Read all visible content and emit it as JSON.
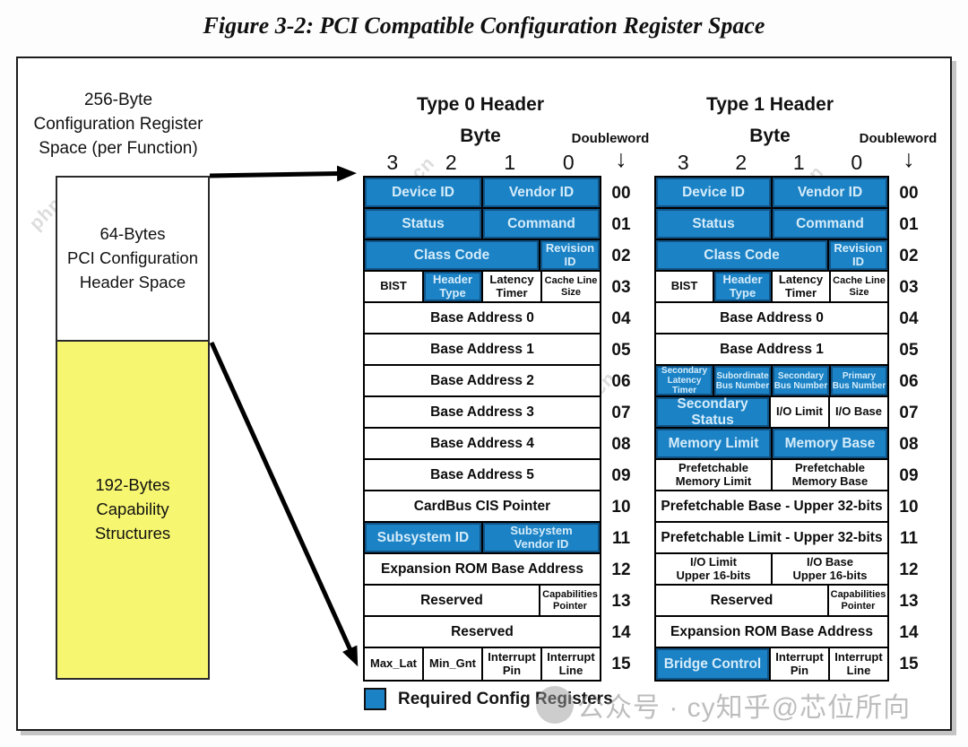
{
  "title": "Figure 3-2: PCI Compatible Configuration Register Space",
  "colors": {
    "blue": "#1b82c5",
    "yellow": "#f6f670",
    "blue_cell_text": "#d5ecfa"
  },
  "left_panel": {
    "heading": "256-Byte\nConfiguration Register\nSpace (per Function)",
    "header_space_label": "64-Bytes\nPCI Configuration\nHeader Space",
    "capability_label": "192-Bytes\nCapability\nStructures"
  },
  "byte_label": "Byte",
  "doubleword_label": "Doubleword",
  "byte_numbers": [
    "3",
    "2",
    "1",
    "0"
  ],
  "tables": {
    "type0": {
      "title": "Type 0 Header",
      "rows": [
        {
          "dw": "00",
          "cells": [
            {
              "text": "Device ID",
              "span": 2,
              "blue": true
            },
            {
              "text": "Vendor ID",
              "span": 2,
              "blue": true
            }
          ]
        },
        {
          "dw": "01",
          "cells": [
            {
              "text": "Status",
              "span": 2,
              "blue": true
            },
            {
              "text": "Command",
              "span": 2,
              "blue": true
            }
          ]
        },
        {
          "dw": "02",
          "cells": [
            {
              "text": "Class Code",
              "span": 3,
              "blue": true
            },
            {
              "text": "Revision\nID",
              "span": 1,
              "blue": true,
              "size": "m"
            }
          ]
        },
        {
          "dw": "03",
          "cells": [
            {
              "text": "BIST",
              "span": 1,
              "size": "m"
            },
            {
              "text": "Header\nType",
              "span": 1,
              "blue": true,
              "size": "m"
            },
            {
              "text": "Latency\nTimer",
              "span": 1,
              "size": "m"
            },
            {
              "text": "Cache Line\nSize",
              "span": 1,
              "size": "s"
            }
          ]
        },
        {
          "dw": "04",
          "cells": [
            {
              "text": "Base Address 0",
              "span": 4
            }
          ]
        },
        {
          "dw": "05",
          "cells": [
            {
              "text": "Base Address 1",
              "span": 4
            }
          ]
        },
        {
          "dw": "06",
          "cells": [
            {
              "text": "Base Address 2",
              "span": 4
            }
          ]
        },
        {
          "dw": "07",
          "cells": [
            {
              "text": "Base Address 3",
              "span": 4
            }
          ]
        },
        {
          "dw": "08",
          "cells": [
            {
              "text": "Base Address 4",
              "span": 4
            }
          ]
        },
        {
          "dw": "09",
          "cells": [
            {
              "text": "Base Address 5",
              "span": 4
            }
          ]
        },
        {
          "dw": "10",
          "cells": [
            {
              "text": "CardBus CIS Pointer",
              "span": 4
            }
          ]
        },
        {
          "dw": "11",
          "cells": [
            {
              "text": "Subsystem ID",
              "span": 2,
              "blue": true
            },
            {
              "text": "Subsystem\nVendor ID",
              "span": 2,
              "blue": true,
              "size": "m"
            }
          ]
        },
        {
          "dw": "12",
          "cells": [
            {
              "text": "Expansion ROM Base Address",
              "span": 4
            }
          ]
        },
        {
          "dw": "13",
          "cells": [
            {
              "text": "Reserved",
              "span": 3
            },
            {
              "text": "Capabilities\nPointer",
              "span": 1,
              "size": "s"
            }
          ]
        },
        {
          "dw": "14",
          "cells": [
            {
              "text": "Reserved",
              "span": 4
            }
          ]
        },
        {
          "dw": "15",
          "cells": [
            {
              "text": "Max_Lat",
              "span": 1,
              "size": "m"
            },
            {
              "text": "Min_Gnt",
              "span": 1,
              "size": "m"
            },
            {
              "text": "Interrupt\nPin",
              "span": 1,
              "size": "m"
            },
            {
              "text": "Interrupt\nLine",
              "span": 1,
              "size": "m"
            }
          ]
        }
      ]
    },
    "type1": {
      "title": "Type 1 Header",
      "rows": [
        {
          "dw": "00",
          "cells": [
            {
              "text": "Device ID",
              "span": 2,
              "blue": true
            },
            {
              "text": "Vendor ID",
              "span": 2,
              "blue": true
            }
          ]
        },
        {
          "dw": "01",
          "cells": [
            {
              "text": "Status",
              "span": 2,
              "blue": true
            },
            {
              "text": "Command",
              "span": 2,
              "blue": true
            }
          ]
        },
        {
          "dw": "02",
          "cells": [
            {
              "text": "Class Code",
              "span": 3,
              "blue": true
            },
            {
              "text": "Revision\nID",
              "span": 1,
              "blue": true,
              "size": "m"
            }
          ]
        },
        {
          "dw": "03",
          "cells": [
            {
              "text": "BIST",
              "span": 1,
              "size": "m"
            },
            {
              "text": "Header\nType",
              "span": 1,
              "blue": true,
              "size": "m"
            },
            {
              "text": "Latency\nTimer",
              "span": 1,
              "size": "m"
            },
            {
              "text": "Cache Line\nSize",
              "span": 1,
              "size": "s"
            }
          ]
        },
        {
          "dw": "04",
          "cells": [
            {
              "text": "Base Address 0",
              "span": 4
            }
          ]
        },
        {
          "dw": "05",
          "cells": [
            {
              "text": "Base Address 1",
              "span": 4
            }
          ]
        },
        {
          "dw": "06",
          "cells": [
            {
              "text": "Secondary\nLatency Timer",
              "span": 1,
              "blue": true,
              "size": "xs"
            },
            {
              "text": "Subordinate\nBus Number",
              "span": 1,
              "blue": true,
              "size": "xs"
            },
            {
              "text": "Secondary\nBus Number",
              "span": 1,
              "blue": true,
              "size": "xs"
            },
            {
              "text": "Primary\nBus Number",
              "span": 1,
              "blue": true,
              "size": "xs"
            }
          ]
        },
        {
          "dw": "07",
          "cells": [
            {
              "text": "Secondary Status",
              "span": 2,
              "blue": true
            },
            {
              "text": "I/O Limit",
              "span": 1,
              "size": "m"
            },
            {
              "text": "I/O Base",
              "span": 1,
              "size": "m"
            }
          ]
        },
        {
          "dw": "08",
          "cells": [
            {
              "text": "Memory Limit",
              "span": 2,
              "blue": true
            },
            {
              "text": "Memory Base",
              "span": 2,
              "blue": true
            }
          ]
        },
        {
          "dw": "09",
          "cells": [
            {
              "text": "Prefetchable\nMemory Limit",
              "span": 2,
              "size": "m"
            },
            {
              "text": "Prefetchable\nMemory Base",
              "span": 2,
              "size": "m"
            }
          ]
        },
        {
          "dw": "10",
          "cells": [
            {
              "text": "Prefetchable Base - Upper 32-bits",
              "span": 4
            }
          ]
        },
        {
          "dw": "11",
          "cells": [
            {
              "text": "Prefetchable Limit - Upper 32-bits",
              "span": 4
            }
          ]
        },
        {
          "dw": "12",
          "cells": [
            {
              "text": "I/O Limit\nUpper 16-bits",
              "span": 2,
              "size": "m"
            },
            {
              "text": "I/O Base\nUpper 16-bits",
              "span": 2,
              "size": "m"
            }
          ]
        },
        {
          "dw": "13",
          "cells": [
            {
              "text": "Reserved",
              "span": 3
            },
            {
              "text": "Capabilities\nPointer",
              "span": 1,
              "size": "s"
            }
          ]
        },
        {
          "dw": "14",
          "cells": [
            {
              "text": "Expansion ROM Base Address",
              "span": 4
            }
          ]
        },
        {
          "dw": "15",
          "cells": [
            {
              "text": "Bridge Control",
              "span": 2,
              "blue": true
            },
            {
              "text": "Interrupt\nPin",
              "span": 1,
              "size": "m"
            },
            {
              "text": "Interrupt\nLine",
              "span": 1,
              "size": "m"
            }
          ]
        }
      ]
    }
  },
  "legend": {
    "label": "Required Config Registers"
  },
  "doubleword_arrow": "↓",
  "watermarks": {
    "site": "php.cn",
    "social": "公众号 · cy知乎@芯位所向"
  }
}
